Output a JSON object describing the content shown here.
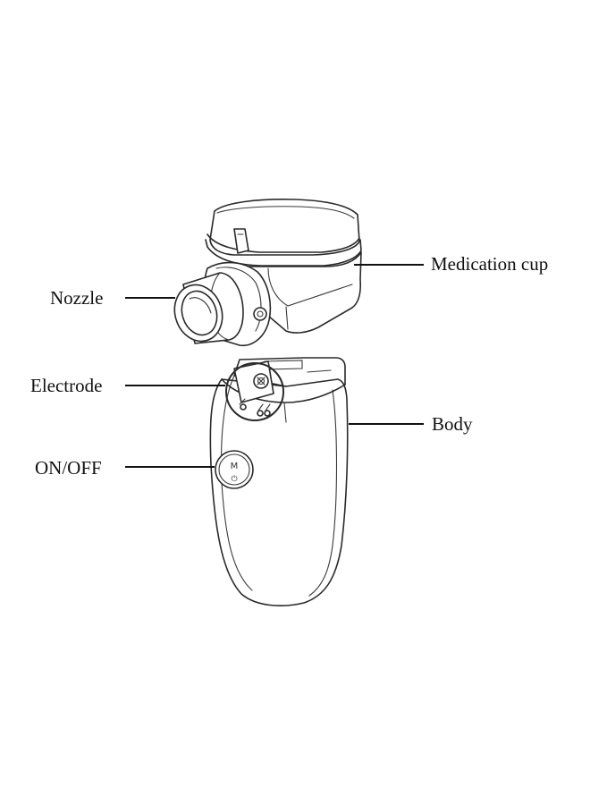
{
  "labels": {
    "nozzle": "Nozzle",
    "medication_cup": "Medication cup",
    "electrode": "Electrode",
    "body": "Body",
    "on_off": "ON/OFF"
  },
  "button": {
    "top_symbol": "M",
    "bottom_symbol": "⏻"
  },
  "colors": {
    "line": "#2a2a2a",
    "text": "#111111",
    "background": "#ffffff"
  }
}
